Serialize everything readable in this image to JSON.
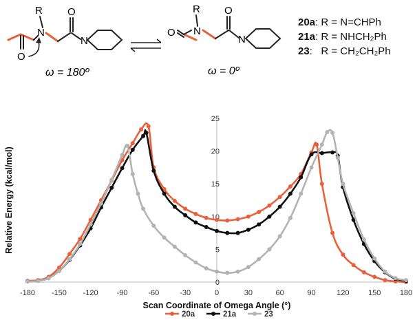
{
  "scheme": {
    "left_molecule": {
      "r_label": "R",
      "n_label": "N",
      "o_label": "O",
      "n2_label": "N",
      "o2_label": "O",
      "omega": "ω = 180º"
    },
    "right_molecule": {
      "r_label": "R",
      "n_label": "N",
      "o_label": "O",
      "n2_label": "N",
      "o2_label": "O",
      "omega": "ω = 0º"
    },
    "r_groups": [
      {
        "id": "20a",
        "text": ": R = N=CHPh"
      },
      {
        "id": "21a",
        "text": ": R = NHCH₂Ph"
      },
      {
        "id": "23",
        "text": ":   R = CH₂CH₂Ph"
      }
    ],
    "colors": {
      "highlight": "#e8603c",
      "bond": "#222222"
    }
  },
  "chart_data": {
    "type": "line",
    "ylabel": "Relative Energy (kcal/mol)",
    "xlabel": "Scan Coordinate of Omega Angle (°)",
    "xlim": [
      -180,
      180
    ],
    "ylim": [
      0,
      25
    ],
    "xticks": [
      -180,
      -150,
      -120,
      -90,
      -60,
      -30,
      0,
      30,
      60,
      90,
      120,
      150,
      180
    ],
    "yticks": [
      0,
      5,
      10,
      15,
      20,
      25
    ],
    "grid": false,
    "legend": "bottom",
    "series": [
      {
        "name": "20a",
        "color": "#e8603c",
        "points": [
          [
            -180,
            0.2
          ],
          [
            -170,
            0.3
          ],
          [
            -160,
            0.8
          ],
          [
            -150,
            2.2
          ],
          [
            -140,
            4.3
          ],
          [
            -130,
            6.6
          ],
          [
            -120,
            9.5
          ],
          [
            -110,
            12.5
          ],
          [
            -100,
            15.5
          ],
          [
            -90,
            18.6
          ],
          [
            -80,
            21.2
          ],
          [
            -72,
            23.3
          ],
          [
            -65,
            23.8
          ],
          [
            -60,
            17.5
          ],
          [
            -50,
            14.2
          ],
          [
            -40,
            12.4
          ],
          [
            -30,
            11.2
          ],
          [
            -20,
            10.4
          ],
          [
            -10,
            9.8
          ],
          [
            0,
            9.5
          ],
          [
            10,
            9.4
          ],
          [
            20,
            9.6
          ],
          [
            30,
            10.0
          ],
          [
            40,
            10.7
          ],
          [
            50,
            11.7
          ],
          [
            60,
            13.0
          ],
          [
            70,
            14.6
          ],
          [
            80,
            16.5
          ],
          [
            90,
            19.8
          ],
          [
            95,
            21.0
          ],
          [
            100,
            15.0
          ],
          [
            110,
            7.5
          ],
          [
            120,
            4.2
          ],
          [
            130,
            2.6
          ],
          [
            140,
            1.5
          ],
          [
            150,
            0.8
          ],
          [
            160,
            0.3
          ],
          [
            170,
            0.1
          ],
          [
            180,
            0.0
          ]
        ]
      },
      {
        "name": "21a",
        "color": "#111111",
        "points": [
          [
            -180,
            0.1
          ],
          [
            -170,
            0.2
          ],
          [
            -160,
            0.6
          ],
          [
            -150,
            1.7
          ],
          [
            -140,
            3.4
          ],
          [
            -130,
            5.6
          ],
          [
            -120,
            8.2
          ],
          [
            -110,
            11.4
          ],
          [
            -100,
            14.4
          ],
          [
            -90,
            17.4
          ],
          [
            -80,
            20.2
          ],
          [
            -70,
            22.3
          ],
          [
            -67,
            22.8
          ],
          [
            -60,
            17.0
          ],
          [
            -50,
            13.5
          ],
          [
            -40,
            11.5
          ],
          [
            -30,
            10.2
          ],
          [
            -20,
            9.1
          ],
          [
            -10,
            8.4
          ],
          [
            0,
            7.8
          ],
          [
            10,
            7.5
          ],
          [
            20,
            7.5
          ],
          [
            30,
            8.0
          ],
          [
            40,
            8.8
          ],
          [
            50,
            10.0
          ],
          [
            60,
            11.5
          ],
          [
            70,
            13.5
          ],
          [
            80,
            16.0
          ],
          [
            90,
            19.5
          ],
          [
            100,
            19.7
          ],
          [
            110,
            19.8
          ],
          [
            115,
            19.3
          ],
          [
            120,
            14.5
          ],
          [
            130,
            9.5
          ],
          [
            140,
            5.8
          ],
          [
            150,
            3.2
          ],
          [
            160,
            1.5
          ],
          [
            170,
            0.5
          ],
          [
            180,
            0.2
          ]
        ]
      },
      {
        "name": "23",
        "color": "#b3b3b3",
        "points": [
          [
            -180,
            0.1
          ],
          [
            -170,
            0.2
          ],
          [
            -160,
            0.6
          ],
          [
            -150,
            1.7
          ],
          [
            -140,
            3.5
          ],
          [
            -130,
            5.8
          ],
          [
            -120,
            8.8
          ],
          [
            -110,
            12.0
          ],
          [
            -100,
            15.6
          ],
          [
            -90,
            19.4
          ],
          [
            -85,
            20.8
          ],
          [
            -80,
            16.5
          ],
          [
            -75,
            13.5
          ],
          [
            -70,
            11.2
          ],
          [
            -60,
            8.6
          ],
          [
            -50,
            6.8
          ],
          [
            -40,
            5.4
          ],
          [
            -30,
            4.1
          ],
          [
            -20,
            3.0
          ],
          [
            -10,
            2.1
          ],
          [
            0,
            1.6
          ],
          [
            10,
            1.4
          ],
          [
            20,
            1.6
          ],
          [
            30,
            2.3
          ],
          [
            40,
            3.5
          ],
          [
            50,
            5.0
          ],
          [
            60,
            7.0
          ],
          [
            70,
            9.8
          ],
          [
            80,
            13.5
          ],
          [
            90,
            17.5
          ],
          [
            100,
            21.0
          ],
          [
            105,
            22.9
          ],
          [
            110,
            22.8
          ],
          [
            115,
            19.0
          ],
          [
            120,
            15.0
          ],
          [
            130,
            10.5
          ],
          [
            140,
            6.5
          ],
          [
            150,
            3.6
          ],
          [
            160,
            1.6
          ],
          [
            170,
            0.6
          ],
          [
            180,
            0.3
          ]
        ]
      }
    ]
  }
}
